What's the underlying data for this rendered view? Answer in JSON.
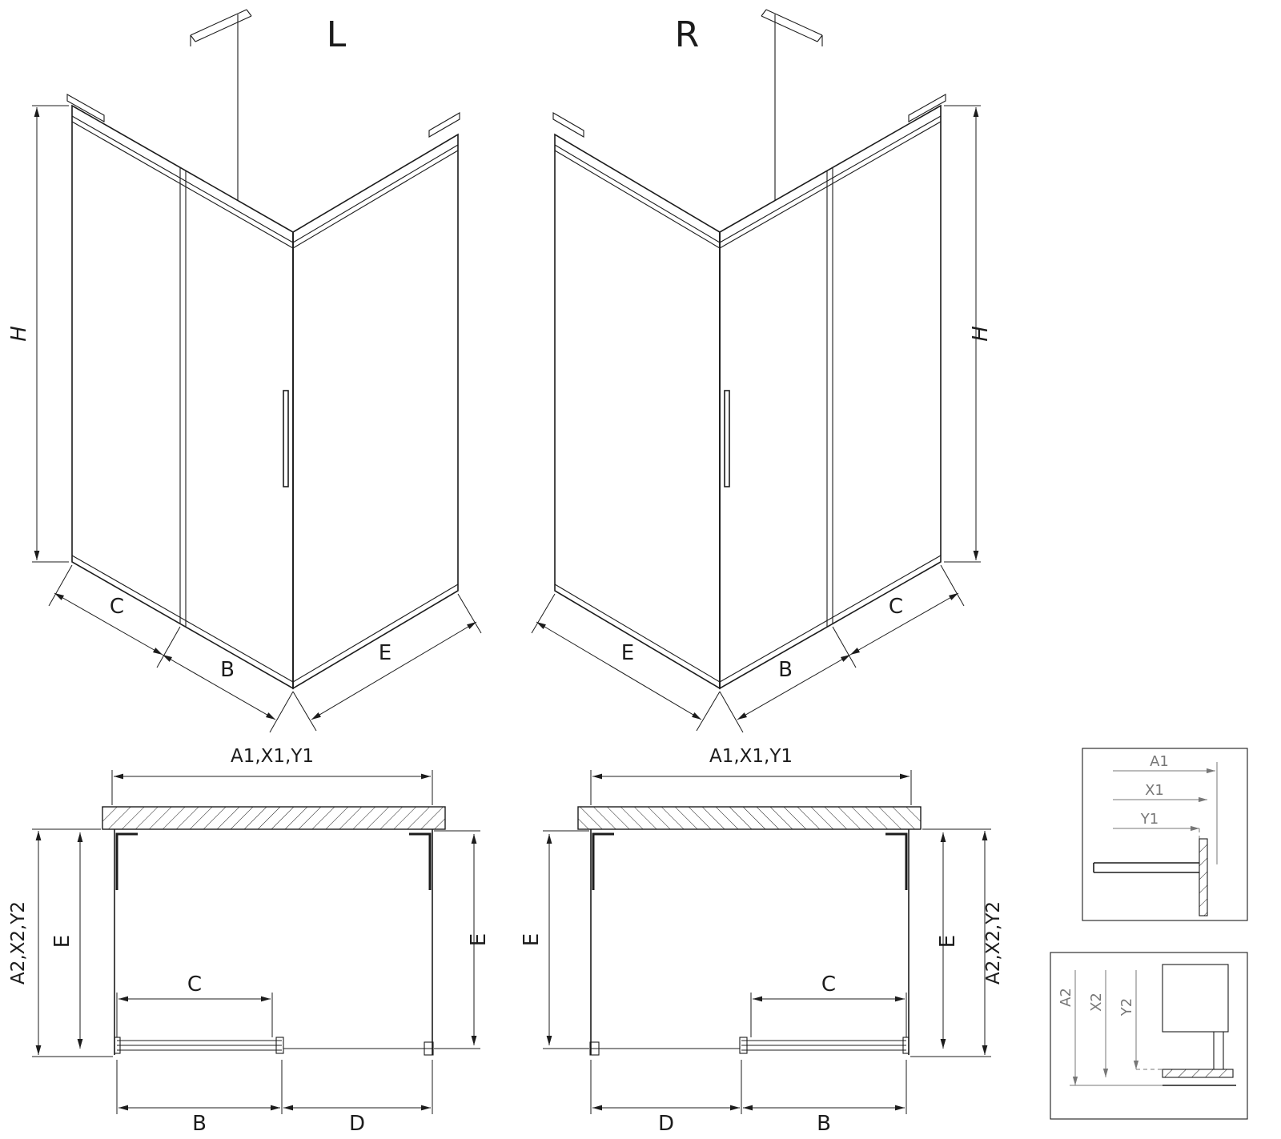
{
  "diagram": {
    "type": "shower-enclosure-technical-drawing",
    "colors": {
      "line": "#1c1c1c",
      "detail_label": "#777777",
      "background": "#ffffff"
    },
    "views": {
      "iso_left": {
        "label": "L",
        "dim_height": "H",
        "dim_left_panel": "C",
        "dim_door": "B",
        "dim_side_panel": "E"
      },
      "iso_right": {
        "label": "R",
        "dim_height": "H",
        "dim_side_panel": "E",
        "dim_door": "B",
        "dim_right_panel": "C"
      },
      "plan_left": {
        "dim_top": "A1,X1,Y1",
        "dim_side": "A2,X2,Y2",
        "dim_depth_left": "E",
        "dim_depth_right": "E",
        "dim_door": "C",
        "dim_bottom_left": "B",
        "dim_bottom_right": "D"
      },
      "plan_right": {
        "dim_top": "A1,X1,Y1",
        "dim_side": "A2,X2,Y2",
        "dim_depth_left": "E",
        "dim_depth_right": "E",
        "dim_door": "C",
        "dim_bottom_left": "D",
        "dim_bottom_right": "B"
      },
      "detail_top": {
        "dim_1": "A1",
        "dim_2": "X1",
        "dim_3": "Y1"
      },
      "detail_bottom": {
        "dim_1": "A2",
        "dim_2": "X2",
        "dim_3": "Y2"
      }
    }
  }
}
